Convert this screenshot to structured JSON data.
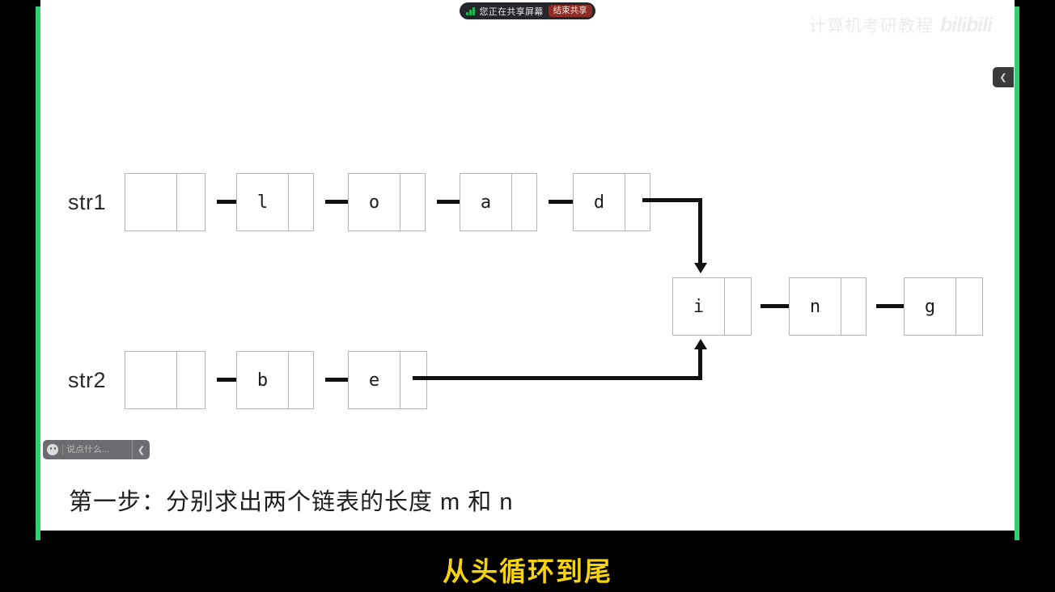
{
  "share_banner": {
    "icon": "signal-bars-icon",
    "text": "您正在共享屏幕",
    "stop_label": "结束共享"
  },
  "watermark": {
    "text": "计算机考研教程",
    "logo": "bilibili"
  },
  "panel": {
    "collapse_icon": "chevron-left-icon"
  },
  "chat": {
    "emoji_icon": "emoji-face-icon",
    "placeholder": "说点什么...",
    "value": "",
    "collapse_icon": "chevron-left-icon"
  },
  "slide": {
    "caption": "第一步：分别求出两个链表的长度 m 和 n",
    "lists": [
      {
        "label": "str1",
        "nodes": [
          "",
          "l",
          "o",
          "a",
          "d"
        ]
      },
      {
        "label": "str2",
        "nodes": [
          "",
          "b",
          "e"
        ]
      }
    ],
    "shared_tail": [
      "i",
      "n",
      "g"
    ]
  },
  "subtitle": {
    "text": "从头循环到尾"
  },
  "colors": {
    "share_border": "#2fd072",
    "subtitle": "#f5d312",
    "stop_share": "#8e2d26",
    "node_border": "#b4b4b4",
    "arrow": "#111111"
  }
}
